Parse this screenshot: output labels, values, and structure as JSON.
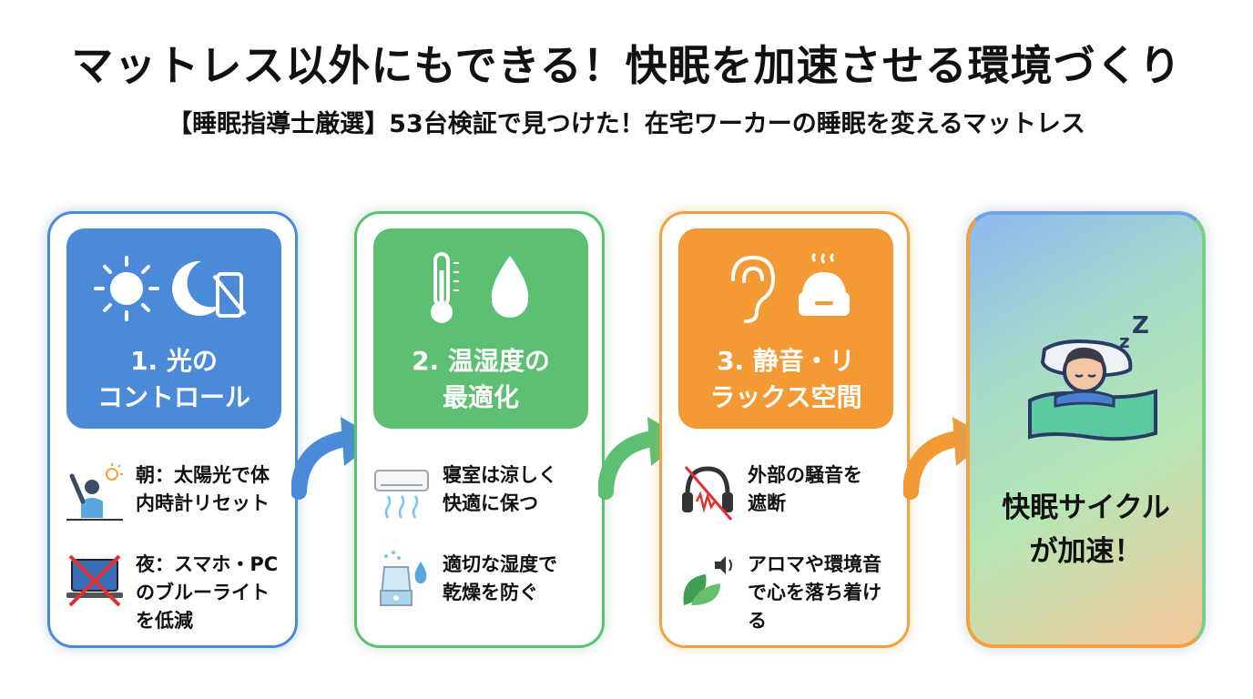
{
  "title": "マットレス以外にもできる！快眠を加速させる環境づくり",
  "subtitle": "【睡眠指導士厳選】53台検証で見つけた！在宅ワーカーの睡眠を変えるマットレス",
  "steps": [
    {
      "title": "1. 光の\nコントロール",
      "color": "#4a8ad8",
      "icons": [
        "sun-icon",
        "moon-icon",
        "smartphone-off-icon"
      ],
      "items": [
        {
          "icon": "morning-stretch-person-icon",
          "text": "朝：太陽光で体\n内時計リセット"
        },
        {
          "icon": "crossed-out-laptop-icon",
          "text": "夜：スマホ・PC\nのブルーライト\nを低減"
        }
      ]
    },
    {
      "title": "2. 温湿度の\n最適化",
      "color": "#5cbf72",
      "icons": [
        "thermometer-icon",
        "water-drop-icon"
      ],
      "items": [
        {
          "icon": "air-conditioner-icon",
          "text": "寝室は涼しく\n快適に保つ"
        },
        {
          "icon": "humidifier-icon",
          "text": "適切な湿度で\n乾燥を防ぐ"
        }
      ]
    },
    {
      "title": "3. 静音・リ\nラックス空間",
      "color": "#f39a35",
      "icons": [
        "ear-icon",
        "aroma-diffuser-icon"
      ],
      "items": [
        {
          "icon": "noise-cancel-headphones-icon",
          "text": "外部の騒音を\n遮断"
        },
        {
          "icon": "leaf-sound-icon",
          "text": "アロマや環境音\nで心を落ち着け\nる"
        }
      ]
    }
  ],
  "final": {
    "text": "快眠サイクル\nが加速！",
    "icon": "sleeping-person-icon"
  }
}
